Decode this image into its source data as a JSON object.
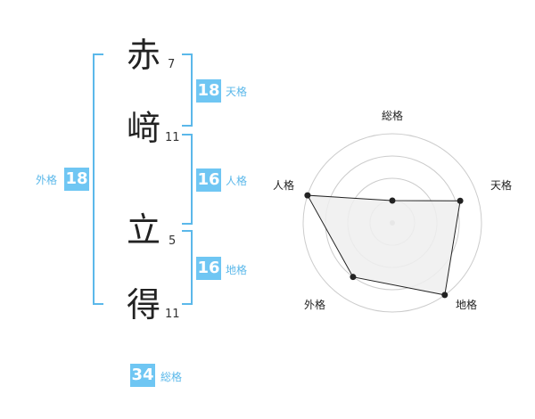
{
  "name": {
    "chars": [
      {
        "char": "赤",
        "strokes": "7"
      },
      {
        "char": "﨑",
        "strokes": "11"
      },
      {
        "char": "立",
        "strokes": "5"
      },
      {
        "char": "得",
        "strokes": "11"
      }
    ]
  },
  "kaku": {
    "tenkaku": {
      "value": "18",
      "label": "天格"
    },
    "jinkaku": {
      "value": "16",
      "label": "人格"
    },
    "chikaku": {
      "value": "16",
      "label": "地格"
    },
    "gaikaku": {
      "value": "18",
      "label": "外格"
    },
    "soukaku": {
      "value": "34",
      "label": "総格"
    }
  },
  "chart_data": {
    "type": "radar",
    "axes": [
      "総格",
      "天格",
      "地格",
      "外格",
      "人格"
    ],
    "values": [
      0.25,
      0.8,
      1.0,
      0.75,
      1.0
    ],
    "max": 1.0,
    "rings": 4,
    "colors": {
      "fill": "#eeeeee",
      "line": "#222222",
      "ring": "#cccccc",
      "center": "#bbbbbb"
    }
  }
}
